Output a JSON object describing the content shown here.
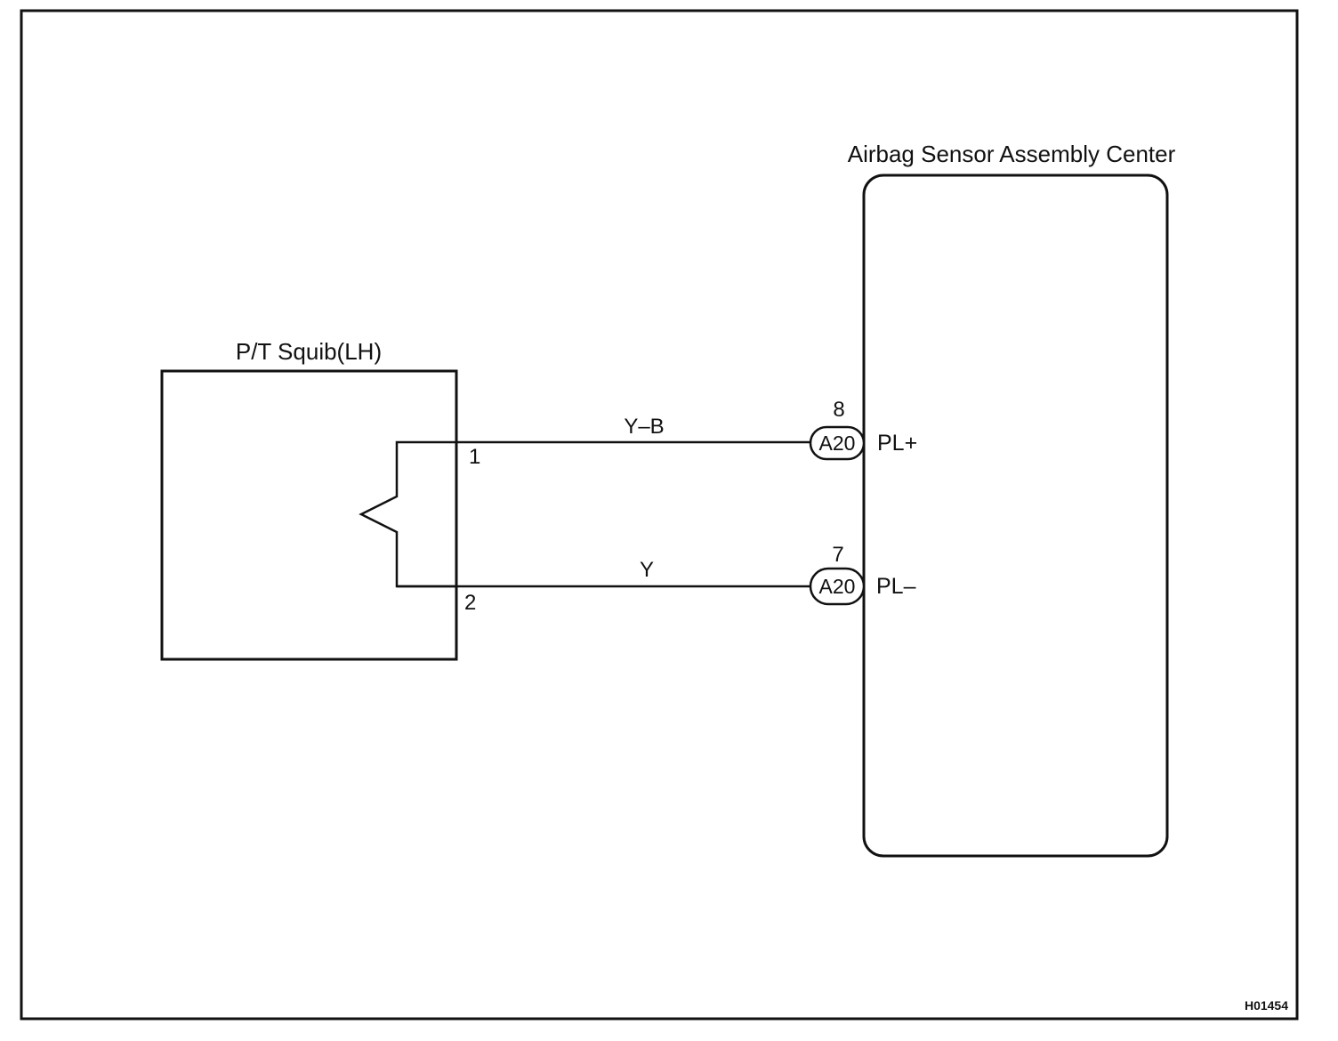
{
  "diagram": {
    "ecu": {
      "title": "Airbag Sensor Assembly Center"
    },
    "squib": {
      "title": "P/T Squib(LH)",
      "pin_top": "1",
      "pin_bottom": "2"
    },
    "wires": [
      {
        "color_code": "Y–B",
        "connector": "A20",
        "connector_pin": "8",
        "terminal": "PL+"
      },
      {
        "color_code": "Y",
        "connector": "A20",
        "connector_pin": "7",
        "terminal": "PL–"
      }
    ],
    "figure_code": "H01454"
  }
}
